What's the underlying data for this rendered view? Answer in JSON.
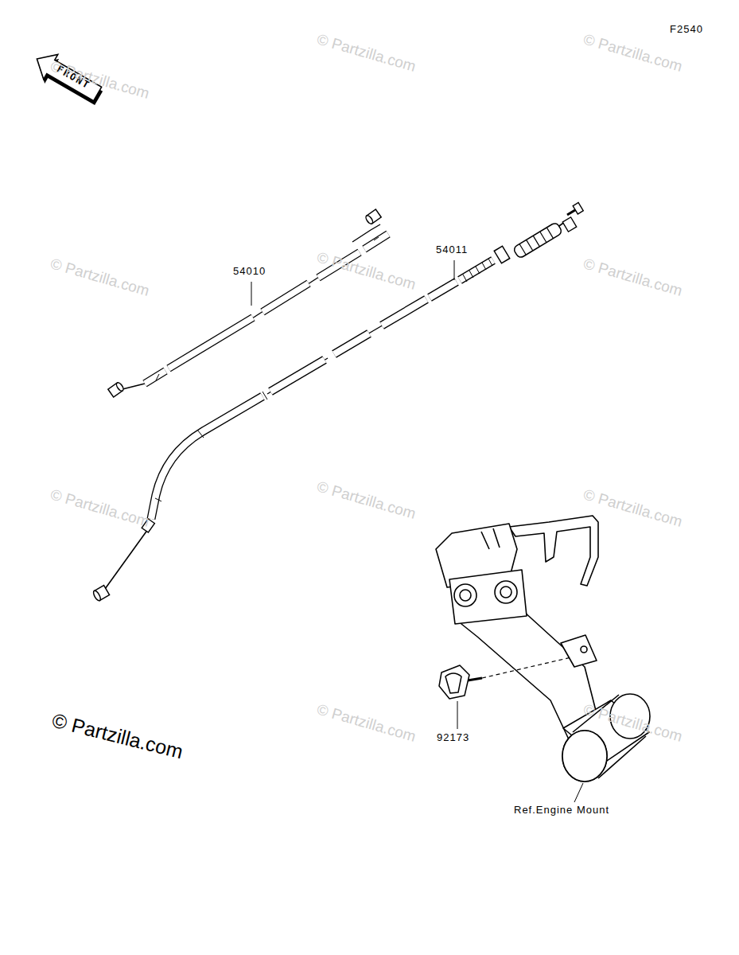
{
  "diagram": {
    "labels": [
      "F2540",
      "FRONT",
      "54010",
      "54011",
      "92173",
      "Ref.Engine Mount",
      "© Partzilla.com",
      "© Partzilla.com",
      "© Partzilla.com",
      "© Partzilla.com",
      "© Partzilla.com",
      "© Partzilla.com",
      "© Partzilla.com",
      "© Partzilla.com",
      "© Partzilla.com",
      "© Partzilla.com",
      "© Partzilla.com",
      "© Partzilla.com"
    ]
  }
}
